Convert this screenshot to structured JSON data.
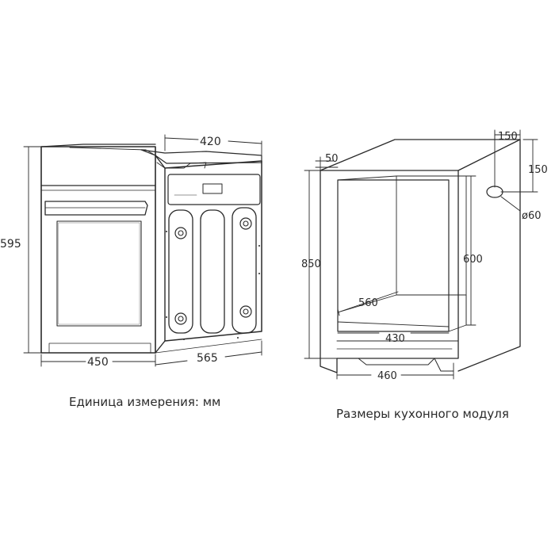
{
  "oven": {
    "dimensions": {
      "height": "595",
      "front_width": "450",
      "depth": "565",
      "top_width": "420"
    }
  },
  "cabinet": {
    "dimensions": {
      "total_height": "850",
      "top_gap": "50",
      "niche_height": "600",
      "niche_depth": "560",
      "niche_width_inner": "430",
      "base_width": "460",
      "vent_offset_x": "150",
      "vent_offset_y": "150",
      "vent_hole_diameter": "ø60"
    }
  },
  "captions": {
    "units": "Единица измерения: мм",
    "cabinet_title": "Размеры кухонного модуля"
  }
}
